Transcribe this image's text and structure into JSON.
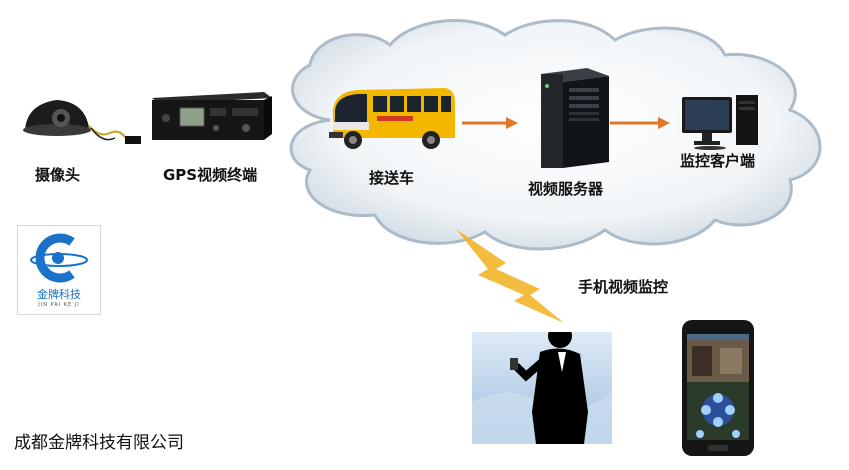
{
  "labels": {
    "camera": "摄像头",
    "gps_terminal": "GPS视频终端",
    "bus": "接送车",
    "video_server": "视频服务器",
    "monitor_client": "监控客户端",
    "mobile_monitor": "手机视频监控"
  },
  "logo": {
    "name_cn": "金牌科技",
    "name_pinyin": "JIN PAI KE JI"
  },
  "company": "成都金牌科技有限公司",
  "colors": {
    "cloud_fill": "#f2f6f9",
    "cloud_edge": "#b9c6d2",
    "arrow": "#e0782a",
    "lightning": "#f2b01c",
    "bus_yellow": "#f4b700",
    "logo_blue": "#1a73c8"
  },
  "icons": [
    "dome-camera-icon",
    "dvr-terminal-icon",
    "school-bus-icon",
    "server-tower-icon",
    "desktop-pc-icon",
    "lightning-icon",
    "businessman-phone-icon",
    "smartphone-icon"
  ]
}
